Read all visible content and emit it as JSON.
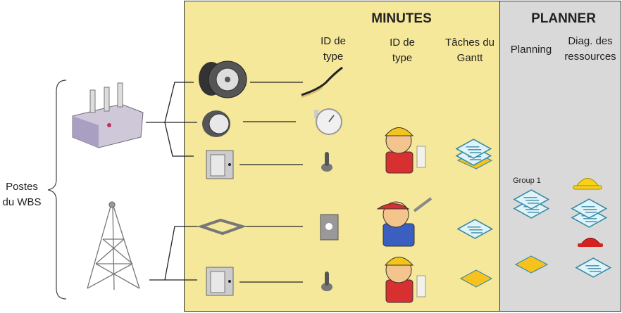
{
  "minutes": {
    "title": "MINUTES",
    "col1": "ID de\ntype",
    "col2": "ID de\ntype",
    "col3": "Tâches du\nGantt"
  },
  "planner": {
    "title": "PLANNER",
    "col1": "Planning",
    "col2": "Diag. des\nressources",
    "group_label": "Group 1"
  },
  "left_label": "Postes\ndu WBS",
  "colors": {
    "minutes_bg": "#f5e89a",
    "planner_bg": "#d9d9d9",
    "task_blue": "#dff3f8",
    "task_orange": "#f7c21c"
  },
  "icons": [
    "transformer-icon",
    "tower-icon",
    "cable-reel-icon",
    "meter-icon",
    "switchbox-icon",
    "frame-icon",
    "cable-icon",
    "gauge-icon",
    "joystick-icon",
    "bracket-icon",
    "worker-icon",
    "mechanic-icon",
    "task-card-icon",
    "hardhat-icon"
  ]
}
